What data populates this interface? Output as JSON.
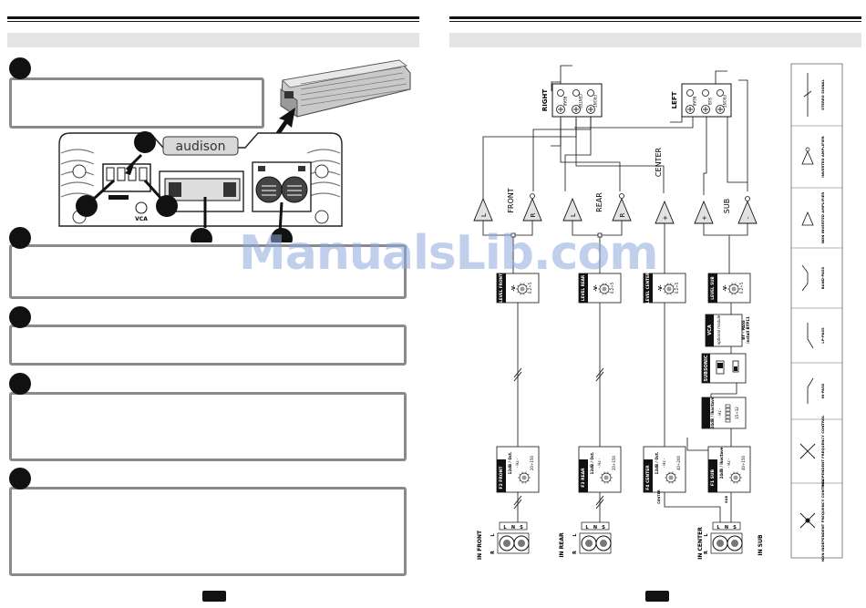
{
  "left_page": {
    "brand_logo": "audison",
    "vca_label": "VCA"
  },
  "right_page": {
    "channels": {
      "right": "RIGHT",
      "left": "LEFT",
      "right_terminals": [
        "REAR",
        "CENTER",
        "FRONT"
      ],
      "left_terminals": [
        "REAR",
        "SUB",
        "FRONT"
      ]
    },
    "amps": {
      "front": "FRONT",
      "rear": "REAR",
      "center": "CENTER",
      "sub": "SUB",
      "signs": [
        "L",
        "R",
        "L",
        "R",
        "+",
        "+",
        "-"
      ]
    },
    "level_modules": [
      {
        "title": "LEVEL FRONT",
        "scale": "-V-",
        "range": "0.2÷5"
      },
      {
        "title": "LEVEL REAR",
        "scale": "-V-",
        "range": "0.2÷5"
      },
      {
        "title": "LEVEL CENTER",
        "scale": "-V-",
        "range": "0.2÷5"
      },
      {
        "title": "LEVEL SUB",
        "scale": "-V-",
        "range": "0.2÷5"
      }
    ],
    "vca_module": {
      "title": "VCA",
      "sub1": "optional module",
      "sub2": "BY - PASS",
      "sub3": "install BYP11"
    },
    "subsonic_module": {
      "title": "SUBSONIC"
    },
    "subsonic_filter": {
      "slope": "24dB / Ikoctave",
      "scale": "- Hz -",
      "range": "15÷32"
    },
    "filter_modules": [
      {
        "title": "F2 FRONT",
        "slope": "12dB / Oct.",
        "scale": "- Hz -",
        "range": "20÷150"
      },
      {
        "title": "F3 REAR",
        "slope": "12dB / Oct.",
        "scale": "- Hz -",
        "range": "20÷150"
      },
      {
        "title": "F4 CENTER",
        "slope": "12dB / Oct.",
        "scale": "- Hz -",
        "range": "40÷200"
      },
      {
        "title": "F1 SUB",
        "slope": "24dB / Ikoctave",
        "scale": "- Hz -",
        "range": "40÷150"
      }
    ],
    "inputs": {
      "front": "IN FRONT",
      "rear": "IN REAR",
      "center": "IN CENTER",
      "sub": "IN SUB",
      "switch_letters": [
        "L",
        "N",
        "S"
      ],
      "lr": [
        "L",
        "R"
      ],
      "center_tag": "CENTER",
      "sub_tag": "SUB"
    },
    "legend": [
      {
        "label": "STEREO SIGNAL"
      },
      {
        "label": "INVERTED AMPLIFIER"
      },
      {
        "label": "NON INVERTED AMPLIFIER"
      },
      {
        "label": "BAND-PASS"
      },
      {
        "label": "LP-PASS"
      },
      {
        "label": "HI-PASS"
      },
      {
        "label": "INDEPENDENT FREQUENCY CONTROL"
      },
      {
        "label": "NON INDEPENDENT FREQUENCY CONTROL"
      }
    ]
  },
  "watermark": "ManualsLib.com"
}
